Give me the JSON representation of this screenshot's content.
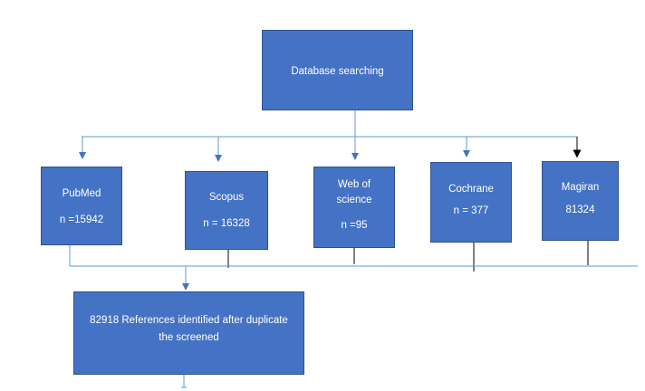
{
  "diagram": {
    "top_box": {
      "label": "Database searching"
    },
    "databases": [
      {
        "name": "PubMed",
        "count": "n =15942"
      },
      {
        "name": "Scopus",
        "count": "n = 16328"
      },
      {
        "name_line1": "Web of",
        "name_line2": "science",
        "count": "n =95"
      },
      {
        "name": "Cochrane",
        "count": "n = 377"
      },
      {
        "name": "Magiran",
        "count": "81324"
      }
    ],
    "result_box": {
      "line1": "82918 References identified after duplicate",
      "line2": "the screened"
    }
  },
  "colors": {
    "box_fill": "#4472C4",
    "box_border": "#2F528F",
    "connector_line": "#5B9BD5",
    "dark_line": "#000000",
    "text": "#ffffff"
  }
}
